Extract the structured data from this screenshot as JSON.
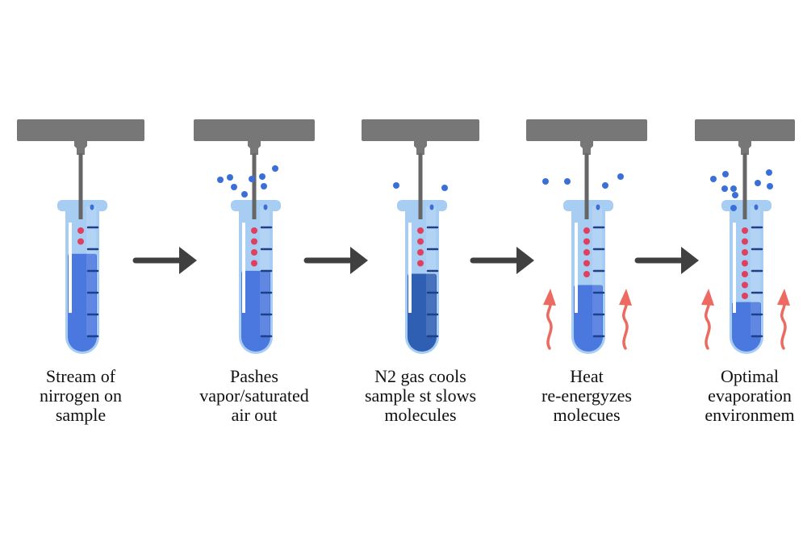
{
  "title": "Nitrogen evaporation process",
  "colors": {
    "manifold": "#777777",
    "needle": "#666666",
    "tube_glass": "#a8cdf3",
    "tube_glass_edge": "#8fbbec",
    "liquid": "#4a78df",
    "liquid_cooled": "#2f5fb3",
    "tick": "#1e3f8a",
    "vapor_dot": "#3b6fd8",
    "nitrogen_dot": "#e0405f",
    "heat_arrow": "#ec6a62",
    "flow_arrow": "#404040"
  },
  "steps": [
    {
      "id": "stream",
      "label_lines": [
        "Stream of",
        "nirrogen on",
        "sample"
      ],
      "liquid_level": 0.7,
      "liquid_tone": "normal",
      "nitrogen_dots": 2,
      "vapor_dots": 0,
      "heat": false
    },
    {
      "id": "push",
      "label_lines": [
        "Pashes",
        "vapor/saturated",
        "air out"
      ],
      "liquid_level": 0.58,
      "liquid_tone": "normal",
      "nitrogen_dots": 4,
      "vapor_dots": 8,
      "heat": false
    },
    {
      "id": "cool",
      "label_lines": [
        "N2 gas cools",
        "sample st slows",
        "molecules"
      ],
      "liquid_level": 0.56,
      "liquid_tone": "cooled",
      "nitrogen_dots": 4,
      "vapor_dots": 2,
      "heat": false
    },
    {
      "id": "heat",
      "label_lines": [
        "Heat",
        "re-energyzes",
        "molecues"
      ],
      "liquid_level": 0.48,
      "liquid_tone": "normal",
      "nitrogen_dots": 5,
      "vapor_dots": 4,
      "heat": true
    },
    {
      "id": "optimal",
      "label_lines": [
        "Optimal",
        "evaporation",
        "environmem"
      ],
      "liquid_level": 0.36,
      "liquid_tone": "normal",
      "nitrogen_dots": 7,
      "vapor_dots": 9,
      "heat": true
    }
  ],
  "flow_arrows": 4
}
